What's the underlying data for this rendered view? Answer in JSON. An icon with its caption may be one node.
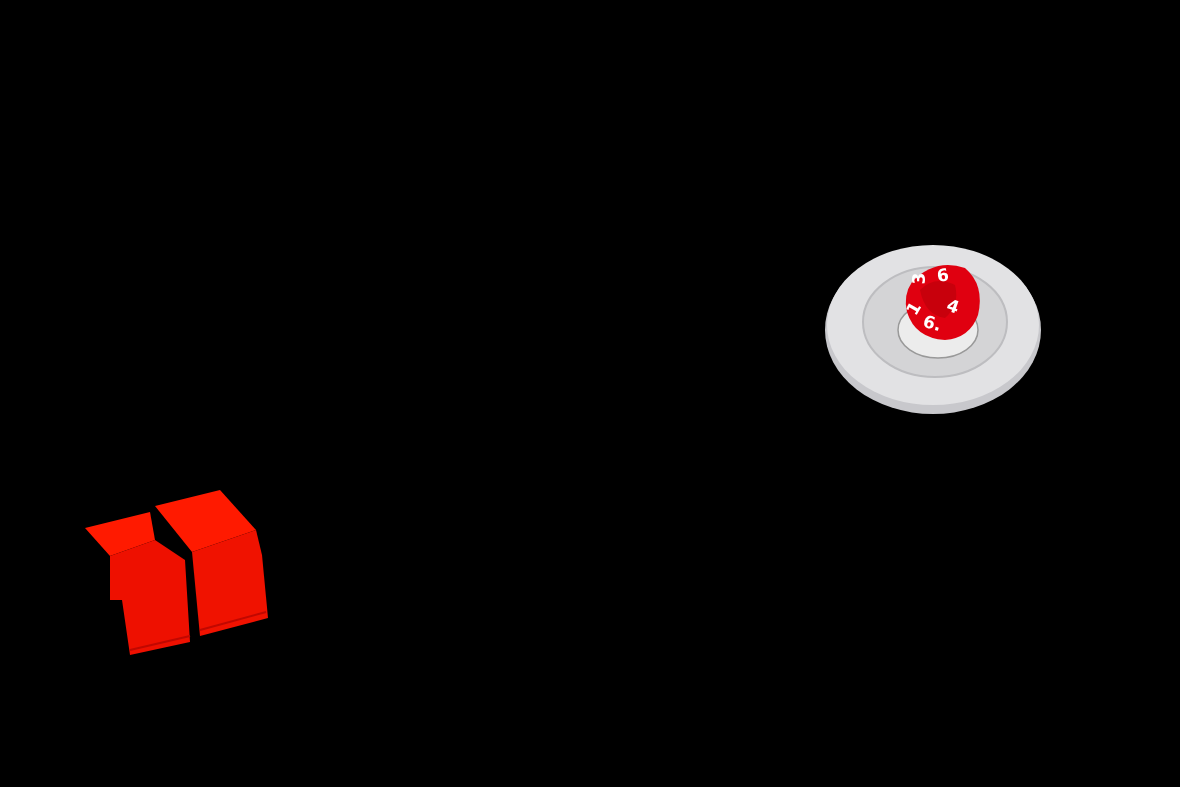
{
  "diagram": {
    "labels": [
      "3",
      "6",
      "1",
      "4",
      "6."
    ]
  }
}
